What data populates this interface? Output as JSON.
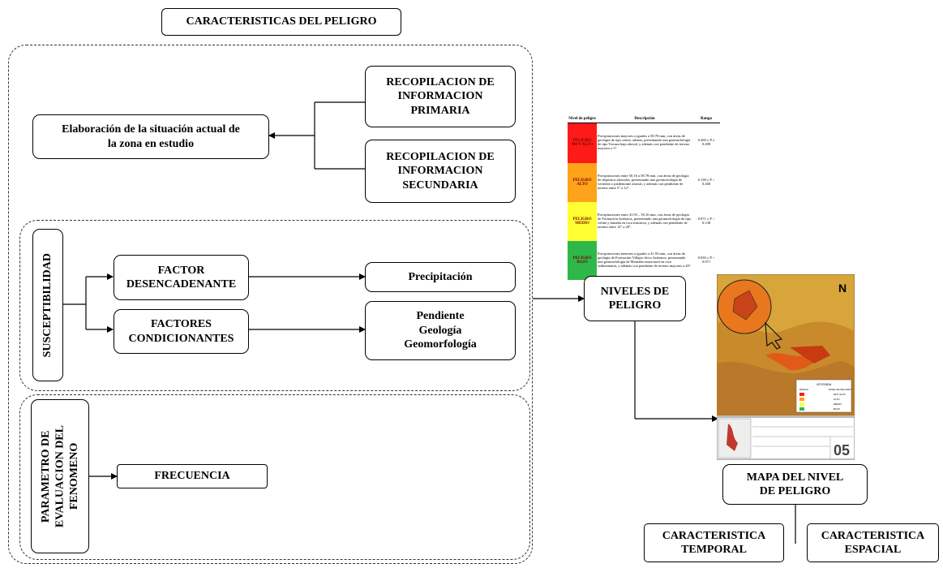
{
  "title": "CARACTERISTICAS DEL PELIGRO",
  "situacion": "Elaboración de la situación actual de\nla zona en estudio",
  "primaria": "RECOPILACION DE\nINFORMACION\nPRIMARIA",
  "secundaria": "RECOPILACION DE\nINFORMACION\nSECUNDARIA",
  "susceptibilidad": "SUSCEPTIBILIDAD",
  "factor_desencadenante": "FACTOR\nDESENCADENANTE",
  "factores_condicionantes": "FACTORES\nCONDICIONANTES",
  "precipitacion": "Precipitación",
  "condicionantes_list": "Pendiente\nGeología\nGeomorfología",
  "parametro": "PARAMETRO DE\nEVALUACION DEL\nFENOMENO",
  "frecuencia": "FRECUENCIA",
  "niveles": "NIVELES DE\nPELIGRO",
  "mapa": "MAPA DEL NIVEL\nDE PELIGRO",
  "temporal": "CARACTERISTICA\nTEMPORAL",
  "espacial": "CARACTERISTICA\nESPACIAL",
  "table": {
    "headers": [
      "Nivel de peligro",
      "Descripción",
      "Rango"
    ],
    "rows": [
      {
        "level": "PELIGRO MUY ALTO",
        "color": "#ff1a1a",
        "desc": "Precipitaciones mayores a iguales a 58.78 mm, con áreas de geología de tipo centro urbano, presentando una geomorfología de tipo Terraza baja aluvial, y además con pendiente de terreno mayores a 5°.",
        "range": "0.260 ≤ P ≤ 0.490"
      },
      {
        "level": "PELIGRO ALTO",
        "color": "#ffa31a",
        "desc": "Precipitaciones entre 50.16 a 58.78 mm, con áreas de geología de depósitos aluviales, presentando una geomorfología de vertiente o piedemonte aluvial, y además con pendiente de terreno entre 5° a 12°.",
        "range": "0.138 ≤ P < 0.260"
      },
      {
        "level": "PELIGRO MEDIO",
        "color": "#ffff33",
        "desc": "Precipitaciones entre 41.93 – 50.16 mm, con áreas de geología de Formación Arabasca, presentando una geomorfología de tipo colina y lomada en roca intrusiva, y además con pendiente de terreno entre 12° a 20°.",
        "range": "0.071 ≤ P < 0.138"
      },
      {
        "level": "PELIGRO BAJO",
        "color": "#2eb84a",
        "desc": "Precipitaciones menores a iguales a 41.93 mm, con áreas de geología de Formación Villajar chico Arabasca, presentando una geomorfología de Montaña estructural en roca sedimentaria, y además con pendiente de terreno mayores a 20°.",
        "range": "0.030 ≤ P < 0.071"
      }
    ]
  },
  "map": {
    "legend_title": "LEYENDA",
    "legend_col1": "RANGO",
    "legend_col2": "NIVEL DE PELIGRO",
    "legend_items": [
      "MUY ALTO",
      "ALTO",
      "MEDIO",
      "BAJO"
    ],
    "sheet_number": "05"
  }
}
